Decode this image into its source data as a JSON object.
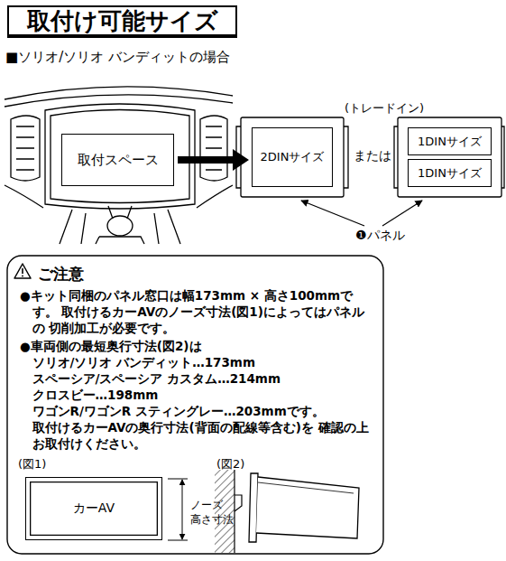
{
  "diagram": {
    "title": "取付け可能サイズ",
    "nodes": [
      {
        "text": [
          "取付け可能サイズ"
        ]
      },
      {
        "text": [
          "取付スペース"
        ]
      },
      {
        "text": [
          "2DINサイズ"
        ]
      },
      {
        "text": [
          "1DINサイズ"
        ]
      },
      {
        "text": [
          "1DINサイズ"
        ]
      },
      {
        "text": [
          "ご注意",
          "●キット同梱のパネル窓口は幅173mm × 高さ100mmです。 取付けるカーAVのノーズ寸法(図1)によってはパネルの 切削加工が必要です。",
          "●車両側の最短奥行寸法(図2)は",
          "ソリオ/ソリオ バンディット…173mm",
          "スペーシア/スペーシア カスタム…214mm",
          "クロスビー…198mm",
          "ワゴンR/ワゴンR スティングレー…203mmです。",
          "取付けるカーAVの奥行寸法(背面の配線等含む)を 確認の上お取付けください。"
        ]
      },
      {
        "text": [
          "カーAV"
        ],
        "in": 5
      }
    ],
    "edges": [
      {
        "from": 1,
        "to": 2,
        "arrow": "to"
      }
    ],
    "labels": [
      "■ソリオ/ソリオ バンディットの場合",
      "(トレードイン)",
      "または",
      "❶パネル",
      "(図1)",
      "ノーズ 高さ寸法",
      "(図2)"
    ]
  }
}
